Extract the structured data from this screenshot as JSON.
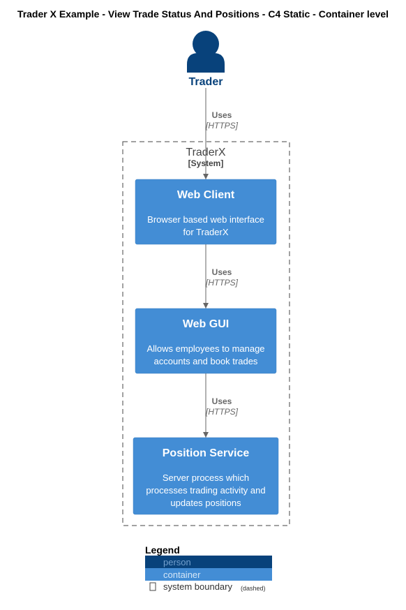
{
  "title": "Trader X Example - View Trade Status And Positions - C4 Static - Container level",
  "colors": {
    "person": "#08427b",
    "container": "#438dd5",
    "container_border": "#3c7fc0",
    "relationship": "#666666",
    "boundary": "#444444"
  },
  "person": {
    "name": "Trader",
    "icon": "person-icon"
  },
  "boundary": {
    "name": "TraderX",
    "type": "[System]"
  },
  "containers": [
    {
      "name": "Web Client",
      "desc_line1": "Browser based web interface",
      "desc_line2": "for TraderX"
    },
    {
      "name": "Web GUI",
      "desc_line1": "Allows employees to manage",
      "desc_line2": "accounts and book trades"
    },
    {
      "name": "Position Service",
      "desc_line1": "Server process which",
      "desc_line2": "processes trading activity and",
      "desc_line3": "updates positions"
    }
  ],
  "relationships": [
    {
      "label": "Uses",
      "technology": "[HTTPS]"
    },
    {
      "label": "Uses",
      "technology": "[HTTPS]"
    },
    {
      "label": "Uses",
      "technology": "[HTTPS]"
    }
  ],
  "legend": {
    "title": "Legend",
    "items": [
      {
        "label": "person"
      },
      {
        "label": "container"
      },
      {
        "label": "system boundary",
        "note": "(dashed)"
      }
    ]
  }
}
